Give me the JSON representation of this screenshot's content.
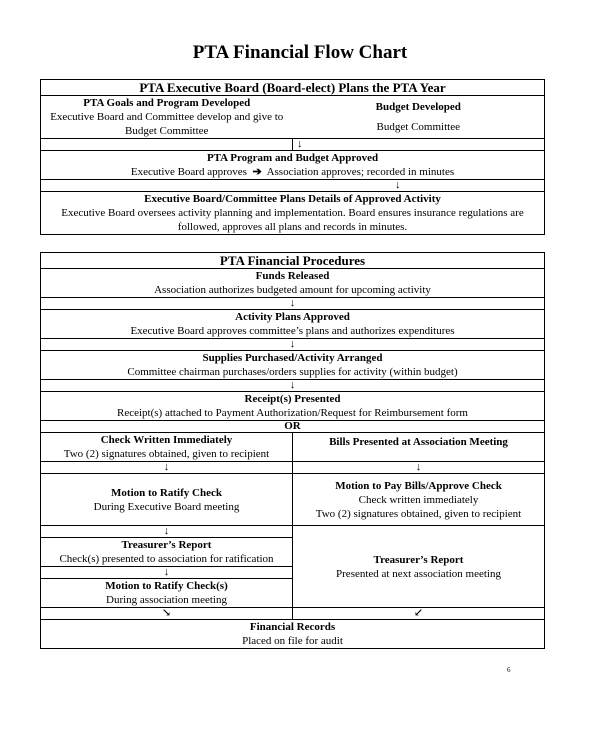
{
  "title": "PTA Financial Flow Chart",
  "section1": {
    "header": "PTA Executive Board (Board-elect) Plans the PTA Year",
    "goals_title": "PTA Goals and Program Developed",
    "goals_text": "Executive Board and Committee develop and give to Budget Committee",
    "budget_title": "Budget Developed",
    "budget_text": "Budget Committee",
    "approved_title": "PTA Program and Budget Approved",
    "approved_left": "Executive Board approves",
    "approved_arrow": "➔",
    "approved_right": "Association approves; recorded in minutes",
    "details_title": "Executive Board/Committee Plans Details of Approved Activity",
    "details_text": "Executive Board oversees activity planning and implementation. Board ensures insurance regulations are followed, approves all plans and records in minutes."
  },
  "section2": {
    "header": "PTA Financial Procedures",
    "funds_title": "Funds Released",
    "funds_text": "Association authorizes budgeted amount for upcoming activity",
    "activity_title": "Activity Plans Approved",
    "activity_text": "Executive Board approves committee’s plans and authorizes expenditures",
    "supplies_title": "Supplies Purchased/Activity Arranged",
    "supplies_text": "Committee chairman purchases/orders supplies for activity (within budget)",
    "receipts_title": "Receipt(s) Presented",
    "receipts_text": "Receipt(s) attached to Payment Authorization/Request for Reimbursement form",
    "or_label": "OR",
    "check_title": "Check Written Immediately",
    "check_text": "Two (2) signatures obtained, given to recipient",
    "bills_title": "Bills Presented at Association Meeting",
    "motion_ratify_title": "Motion to Ratify Check",
    "motion_ratify_text": "During Executive Board meeting",
    "motion_pay_title": "Motion to Pay Bills/Approve Check",
    "motion_pay_text1": "Check written immediately",
    "motion_pay_text2": "Two (2) signatures obtained, given to recipient",
    "treasurer_left_title": "Treasurer’s Report",
    "treasurer_left_text": "Check(s) presented to association for ratification",
    "motion_ratify2_title": "Motion to Ratify Check(s)",
    "motion_ratify2_text": "During association meeting",
    "treasurer_right_title": "Treasurer’s Report",
    "treasurer_right_text": "Presented at next association meeting",
    "records_title": "Financial Records",
    "records_text": "Placed on file for audit"
  },
  "arrows": {
    "down": "↓",
    "down_right": "↘",
    "down_left": "↙"
  },
  "page_number": "6"
}
